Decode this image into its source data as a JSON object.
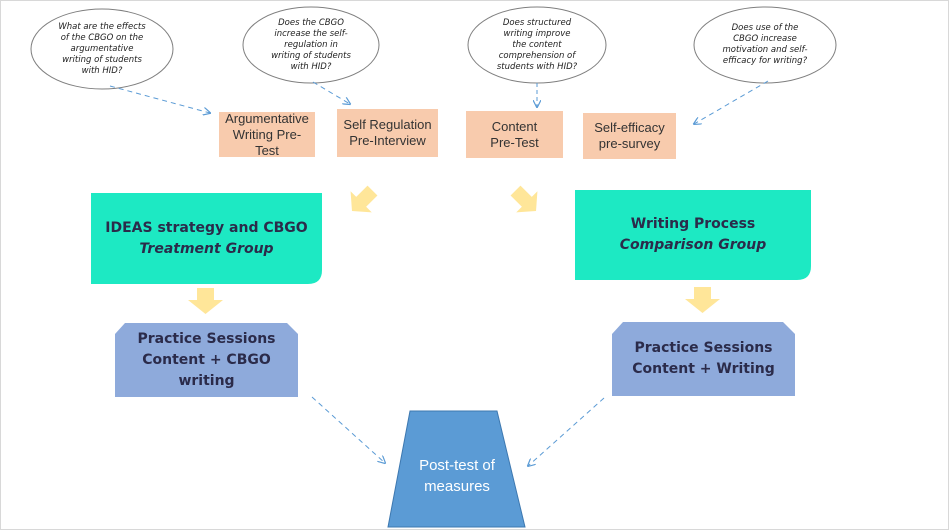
{
  "questions": [
    {
      "id": "q1",
      "lines": [
        "What are the effects",
        "of the CBGO on the",
        "argumentative",
        "writing of students",
        "with HID?"
      ]
    },
    {
      "id": "q2",
      "lines": [
        "Does the CBGO",
        "increase the self-",
        "regulation in",
        "writing of students",
        "with HID?"
      ]
    },
    {
      "id": "q3",
      "lines": [
        "Does structured",
        "writing improve",
        "the content",
        "comprehension of",
        "students with HID?"
      ]
    },
    {
      "id": "q4",
      "lines": [
        "Does use of the",
        "CBGO increase",
        "motivation and self-",
        "efficacy for writing?"
      ]
    }
  ],
  "pretests": [
    {
      "id": "p1",
      "label": "Argumentative Writing Pre-Test"
    },
    {
      "id": "p2",
      "label": "Self Regulation Pre-Interview"
    },
    {
      "id": "p3",
      "label": "Content Pre-Test"
    },
    {
      "id": "p4",
      "label": "Self-efficacy pre-survey"
    }
  ],
  "treatment": {
    "title": "IDEAS strategy and CBGO",
    "subtitle": "Treatment Group"
  },
  "comparison": {
    "title": "Writing Process",
    "subtitle": "Comparison Group"
  },
  "practice_left": {
    "line1": "Practice Sessions",
    "line2": "Content + CBGO",
    "line3": "writing"
  },
  "practice_right": {
    "line1": "Practice Sessions",
    "line2": "Content + Writing"
  },
  "posttest": {
    "line1": "Post-test of",
    "line2": "measures"
  },
  "colors": {
    "pretest": "#f8cbad",
    "group": "#1de9c3",
    "practice": "#8eaadb",
    "posttest": "#5b9bd5",
    "arrow_block": "#ffe699",
    "dashed": "#5b9bd5"
  }
}
